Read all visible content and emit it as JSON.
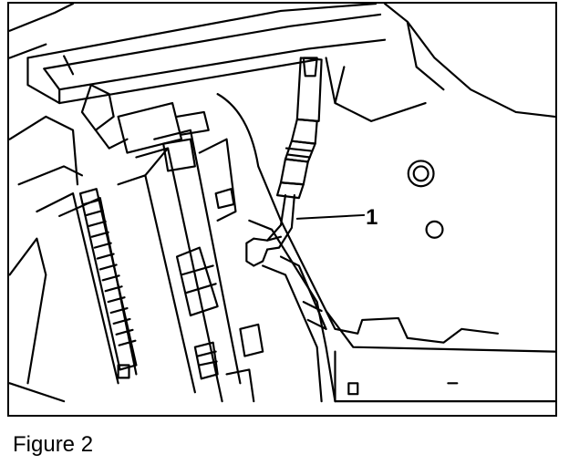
{
  "figure": {
    "caption": "Figure 2",
    "callouts": [
      {
        "id": "1",
        "label": "1"
      }
    ],
    "line_color": "#000000",
    "background_color": "#ffffff"
  }
}
